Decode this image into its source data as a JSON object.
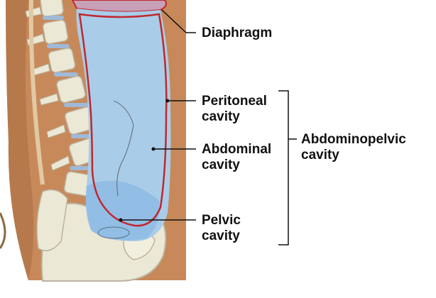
{
  "labels": {
    "diaphragm": "Diaphragm",
    "peritoneal": [
      "Peritoneal",
      "cavity"
    ],
    "abdominal": [
      "Abdominal",
      "cavity"
    ],
    "pelvic": [
      "Pelvic",
      "cavity"
    ],
    "abdominopelvic": [
      "Abdominopelvic",
      "cavity"
    ]
  },
  "colors": {
    "skin": "#c8895a",
    "skin_dark": "#9a5e37",
    "cavity_blue": "#a9cde9",
    "pelvic_blue": "#8fbde4",
    "peritoneum_red": "#c0282d",
    "bone": "#ece8d6",
    "bone_shadow": "#b9b4a0",
    "disc": "#9fb9d6",
    "leader": "#111111"
  }
}
